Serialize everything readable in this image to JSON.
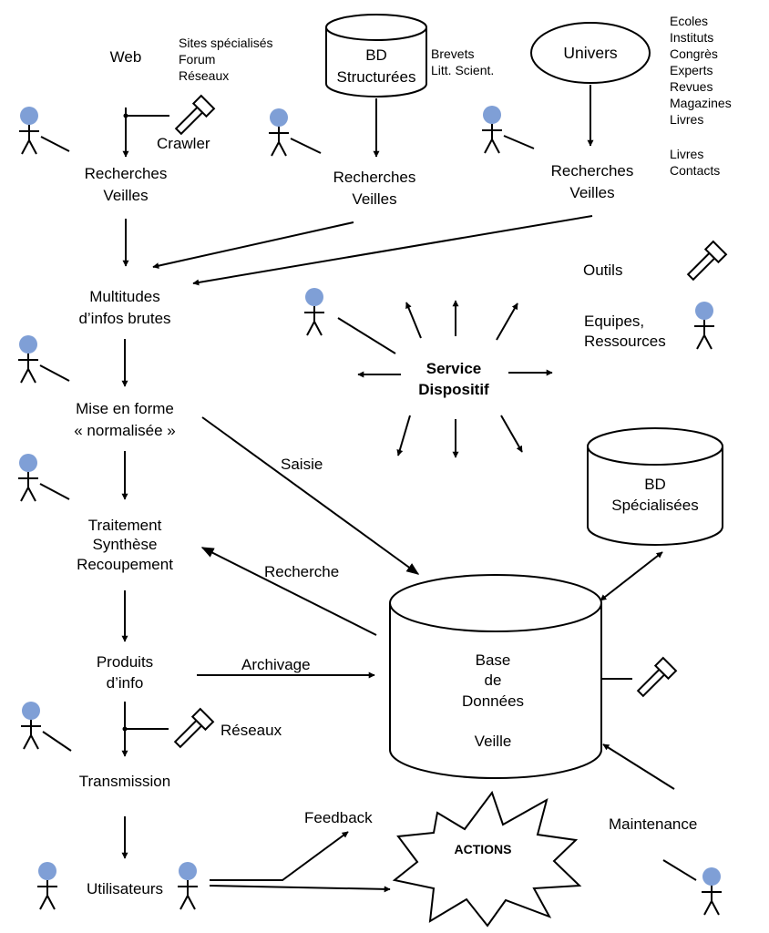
{
  "sources": {
    "web": "Web",
    "web_notes": [
      "Sites spécialisés",
      "Forum",
      "Réseaux"
    ],
    "crawler": "Crawler",
    "bd_structurees": [
      "BD",
      "Structurées"
    ],
    "bd_notes": [
      "Brevets",
      "Litt. Scient."
    ],
    "univers": "Univers",
    "univers_notes": [
      "Ecoles",
      "Instituts",
      "Congrès",
      "Experts",
      "Revues",
      "Magazines",
      "Livres",
      "",
      "Livres",
      "Contacts"
    ]
  },
  "steps": {
    "recherches_1": [
      "Recherches",
      "Veilles"
    ],
    "recherches_2": [
      "Recherches",
      "Veilles"
    ],
    "recherches_3": [
      "Recherches",
      "Veilles"
    ],
    "multitudes": [
      "Multitudes",
      "d’infos brutes"
    ],
    "mise_en_forme": [
      "Mise en forme",
      "« normalisée »"
    ],
    "traitement": [
      "Traitement",
      "Synthèse",
      "Recoupement"
    ],
    "produits": [
      "Produits",
      "d’info"
    ],
    "transmission": "Transmission",
    "utilisateurs": "Utilisateurs"
  },
  "service": {
    "title": [
      "Service",
      "Dispositif"
    ],
    "outils": "Outils",
    "equipes": [
      "Equipes,",
      "Ressources"
    ]
  },
  "databases": {
    "bd_specialisees": [
      "BD",
      "Spécialisées"
    ],
    "base_veille": [
      "Base",
      "de",
      "Données",
      "",
      "Veille"
    ]
  },
  "flows": {
    "saisie": "Saisie",
    "recherche": "Recherche",
    "archivage": "Archivage",
    "reseaux": "Réseaux",
    "feedback": "Feedback",
    "maintenance": "Maintenance",
    "actions": "ACTIONS"
  },
  "colors": {
    "person_head": "#7f9fd6",
    "line": "#000000"
  },
  "icons": {
    "tool": "wrench-icon",
    "person": "person-icon"
  }
}
